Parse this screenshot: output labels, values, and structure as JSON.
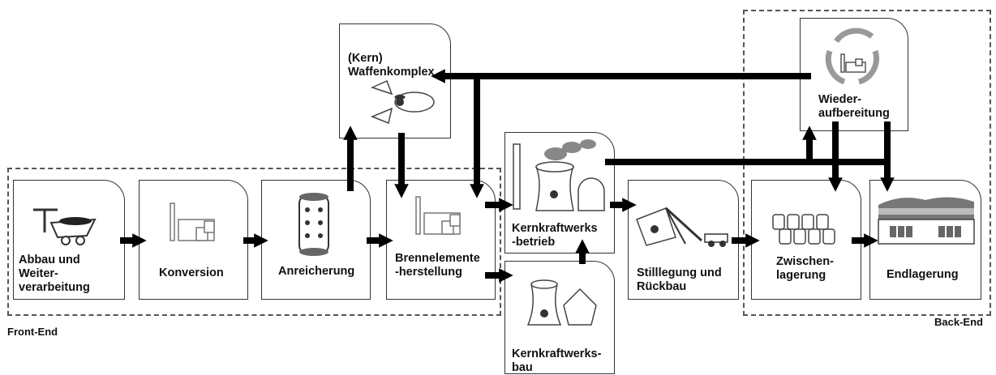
{
  "regions": {
    "front_end": "Front-End",
    "back_end": "Back-End"
  },
  "steps": {
    "abbau": "Abbau und\nWeiter-\nverarbeitung",
    "konversion": "Konversion",
    "anreicherung": "Anreicherung",
    "brennelemente": "Brennelemente\n-herstellung",
    "kernkraftwerksbetrieb": "Kernkraftwerks\n-betrieb",
    "kernkraftwerksbau": "Kernkraftwerks-\nbau",
    "stilllegung": "Stilllegung und\nRückbau",
    "zwischenlagerung": "Zwischen-\nlagerung",
    "endlagerung": "Endlagerung",
    "waffenkomplex": "(Kern)\nWaffenkomplex",
    "wiederaufbereitung": "Wieder-\naufbereitung"
  },
  "icons": {
    "abbau": "mining-cart-icon",
    "konversion": "factory-icon",
    "anreicherung": "centrifuge-icon",
    "brennelemente": "factory-icon",
    "kernkraftwerksbetrieb": "power-plant-icon",
    "kernkraftwerksbau": "power-plant-construction-icon",
    "stilllegung": "demolition-icon",
    "zwischenlagerung": "storage-casks-icon",
    "endlagerung": "repository-icon",
    "waffenkomplex": "radiation-icon",
    "wiederaufbereitung": "recycling-icon"
  },
  "colors": {
    "arrow": "#000000",
    "icon": "#555555",
    "region_border": "#555555"
  }
}
